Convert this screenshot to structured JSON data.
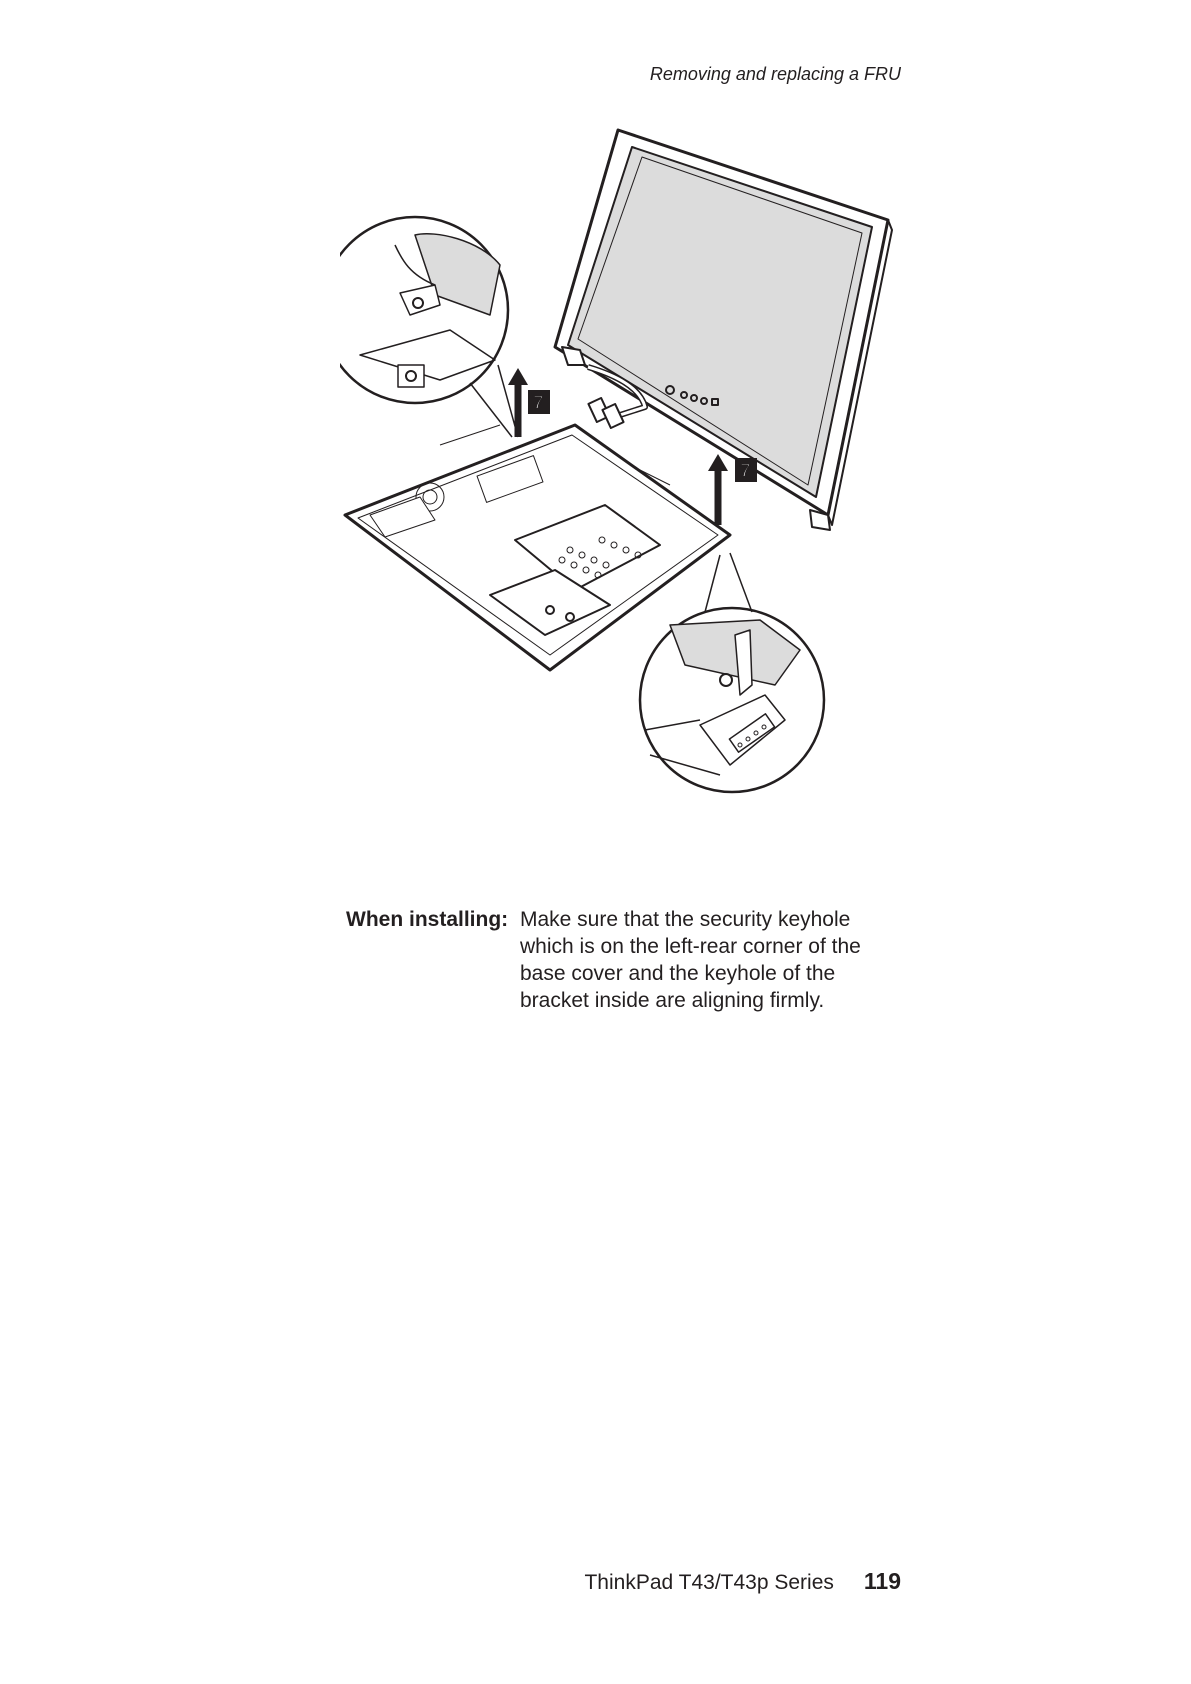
{
  "header": {
    "running_title": "Removing and replacing a FRU"
  },
  "figure": {
    "step_callouts": [
      "7",
      "7"
    ]
  },
  "note": {
    "label": "When installing:",
    "text": "Make sure that the security keyhole which is on the left-rear corner of the base cover and the keyhole of the bracket inside are aligning firmly."
  },
  "footer": {
    "book_title": "ThinkPad T43/T43p Series",
    "page_number": "119"
  }
}
